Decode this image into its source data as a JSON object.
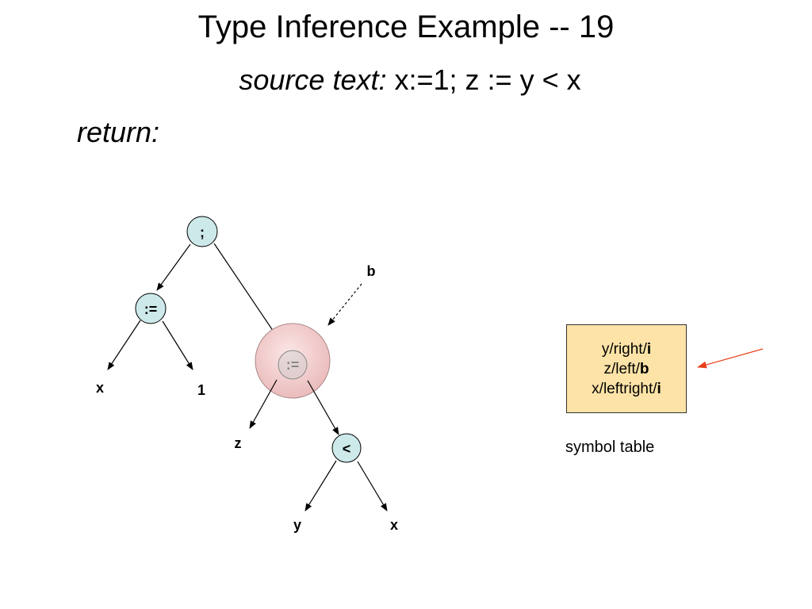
{
  "slide": {
    "title": "Type Inference Example -- 19",
    "source_label": "source text:",
    "source_code": "x:=1; z := y < x",
    "return_label": "return:"
  },
  "tree": {
    "root": ";",
    "assign_left": ":=",
    "assign_right": ":=",
    "less_than": "<",
    "leaf_x1": "x",
    "leaf_1": "1",
    "leaf_z": "z",
    "leaf_y": "y",
    "leaf_x2": "x",
    "pointer_label": "b"
  },
  "symbol_table": {
    "rows": [
      {
        "prefix": "y/right/",
        "type": "i"
      },
      {
        "prefix": "z/left/",
        "type": "b"
      },
      {
        "prefix": "x/leftright/",
        "type": "i"
      }
    ],
    "caption": "symbol table"
  },
  "colors": {
    "node_fill": "#cde9ea",
    "highlight_fill": "#f0c8c8",
    "table_fill": "#fde3a7",
    "arrow_red": "#e8401c"
  }
}
